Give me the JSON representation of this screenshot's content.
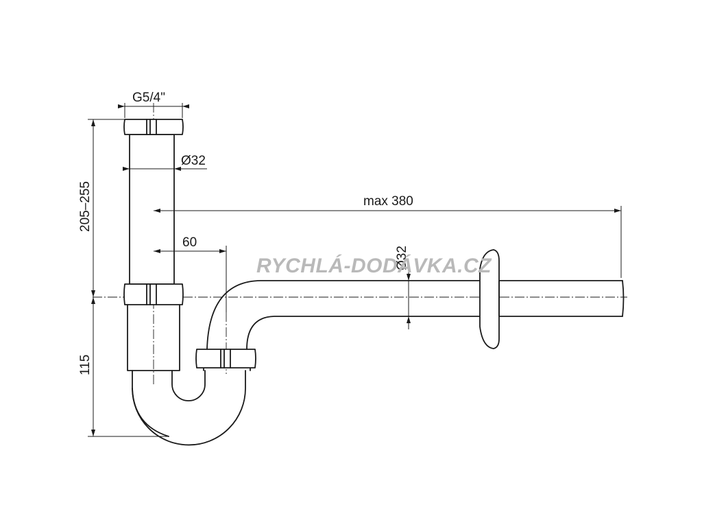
{
  "dimensions": {
    "thread": "G5/4\"",
    "diameter_vertical": "Ø32",
    "diameter_horizontal": "Ø32",
    "max_length": "max 380",
    "offset": "60",
    "upper_height": "205–255",
    "lower_height": "115"
  },
  "watermark": "RYCHLÁ-DODÁVKA.CZ",
  "colors": {
    "line": "#1a1a1a",
    "watermark": "#b9b9b9",
    "background": "#ffffff"
  }
}
